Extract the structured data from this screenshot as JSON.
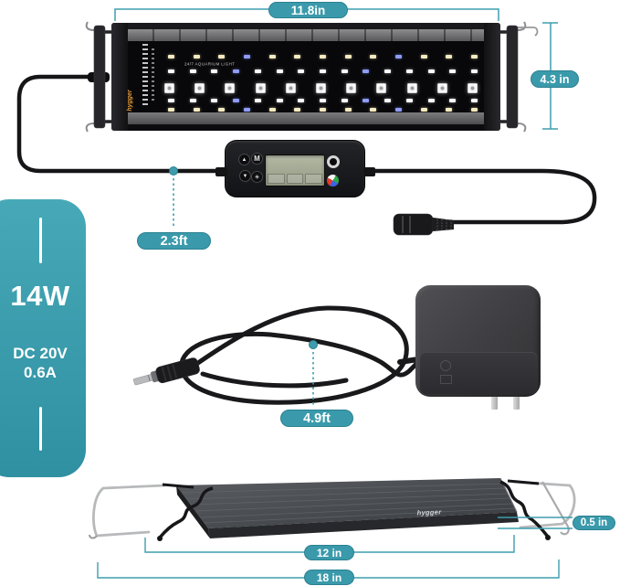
{
  "colors": {
    "accent": "#3a9aab",
    "accent_dark": "#2b8191",
    "panel_top": "#47a9b7",
    "panel_bottom": "#2e90a1"
  },
  "dimension_labels": {
    "fixture_width": "11.8in",
    "fixture_height": "4.3 in",
    "controller_cable_length": "2.3ft",
    "adapter_cable_length": "4.9ft",
    "slab_thickness": "0.5 in",
    "body_width": "12 in",
    "extended_width": "18 in"
  },
  "spec_panel": {
    "wattage": "14W",
    "power_spec_line1": "DC 20V",
    "power_spec_line2": "0.6A"
  },
  "top_fixture": {
    "brand": "hygger",
    "panel_print": "24/7 AQUARIUM LIGHT"
  },
  "bottom_fixture": {
    "brand": "hygger"
  },
  "controller": {
    "button_up": "▲",
    "button_mode": "M",
    "button_down": "▼",
    "icons": {
      "light_button": "light-icon",
      "power_button": "power-icon",
      "color_wheel": "rgb-color-wheel-icon"
    }
  },
  "led_rows": [
    {
      "y": 15,
      "count": 13,
      "type": "warm"
    },
    {
      "y": 31,
      "count": 15,
      "type": "white"
    },
    {
      "y": 46,
      "count": 11,
      "type": "big"
    },
    {
      "y": 63,
      "count": 15,
      "type": "white"
    },
    {
      "y": 73,
      "count": 13,
      "type": "warm"
    }
  ]
}
